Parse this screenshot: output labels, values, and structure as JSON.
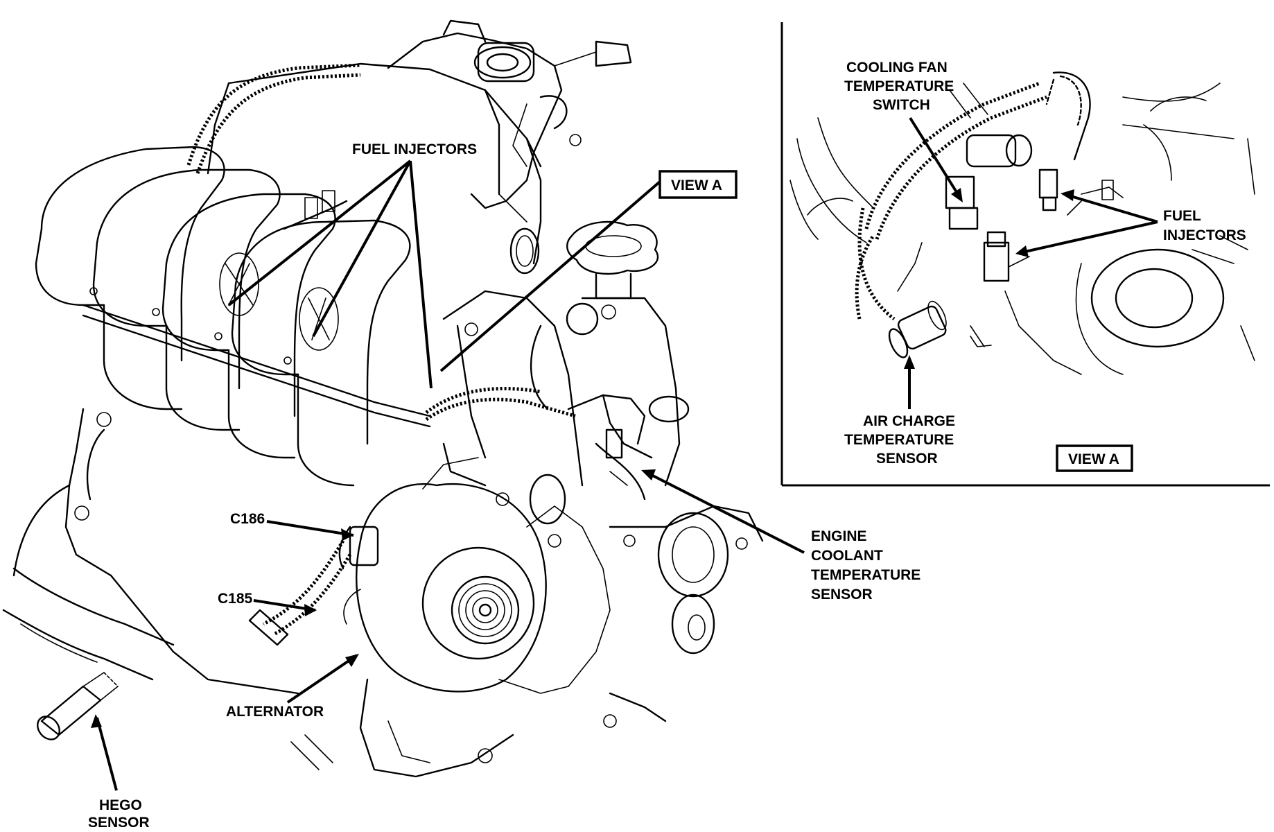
{
  "labels": {
    "fuel_injectors_main": "FUEL INJECTORS",
    "view_a_main": "VIEW A",
    "c186": "C186",
    "c185": "C185",
    "alternator": "ALTERNATOR",
    "hego_line1": "HEGO",
    "hego_line2": "SENSOR",
    "ect_line1": "ENGINE",
    "ect_line2": "COOLANT",
    "ect_line3": "TEMPERATURE",
    "ect_line4": "SENSOR"
  },
  "inset": {
    "cooling_fan_line1": "COOLING FAN",
    "cooling_fan_line2": "TEMPERATURE",
    "cooling_fan_line3": "SWITCH",
    "fuel_injectors_line1": "FUEL",
    "fuel_injectors_line2": "INJECTORS",
    "act_line1": "AIR CHARGE",
    "act_line2": "TEMPERATURE",
    "act_line3": "SENSOR",
    "view_a": "VIEW A"
  }
}
